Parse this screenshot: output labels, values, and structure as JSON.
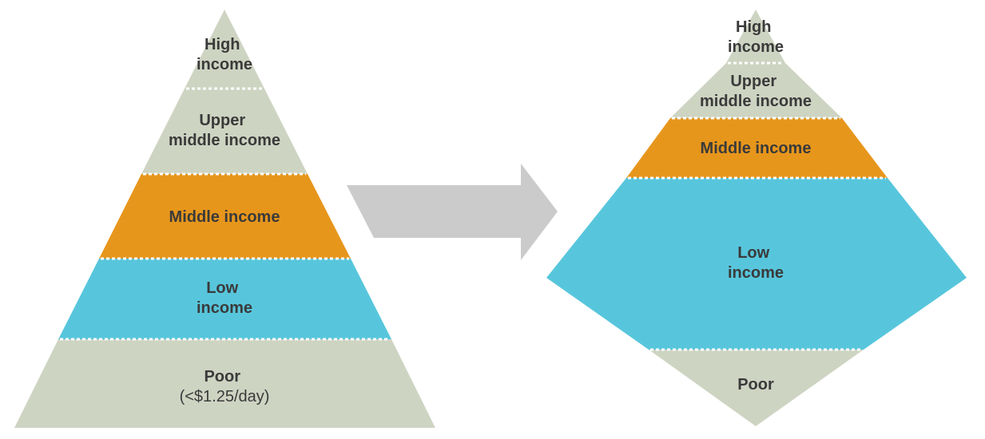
{
  "colors": {
    "gray": "#ced4c2",
    "orange": "#e7961c",
    "blue": "#57c6dc",
    "arrow": "#cbcbcb",
    "text": "#3a3a3a"
  },
  "left_pyramid": {
    "high_income": [
      "High",
      "income"
    ],
    "upper_middle_income": [
      "Upper",
      "middle income"
    ],
    "middle_income": [
      "Middle income"
    ],
    "low_income": [
      "Low",
      "income"
    ],
    "poor": [
      "Poor",
      "(<$1.25/day)"
    ]
  },
  "right_diamond": {
    "high_income": [
      "High",
      "income"
    ],
    "upper_middle_income": [
      "Upper",
      "middle income"
    ],
    "middle_income": [
      "Middle income"
    ],
    "low_income": [
      "Low",
      "income"
    ],
    "poor": [
      "Poor"
    ]
  },
  "transition_arrow_icon": "arrow-right-icon"
}
